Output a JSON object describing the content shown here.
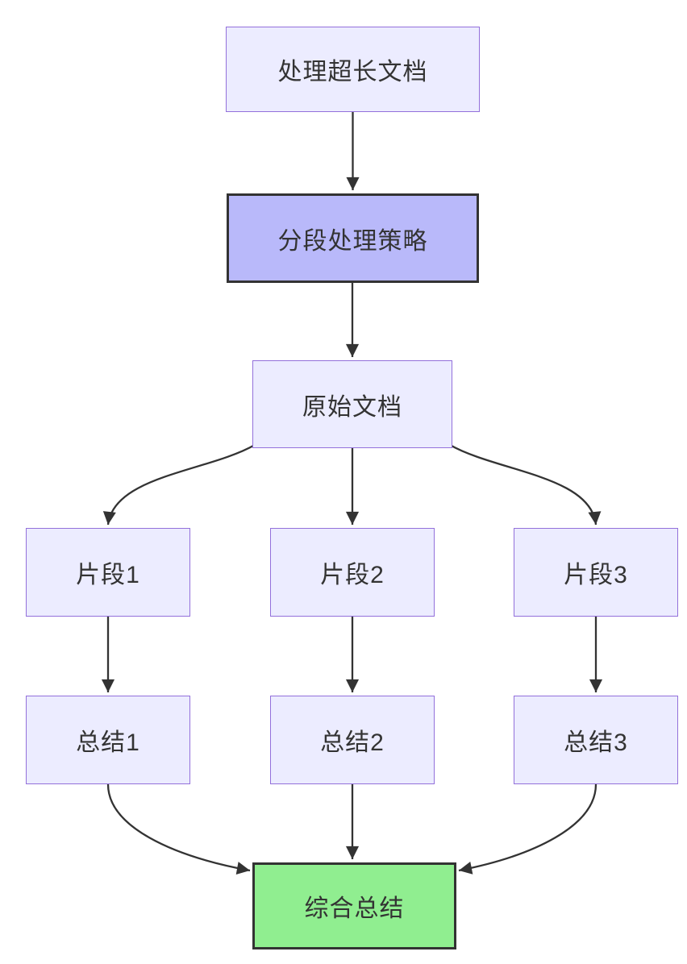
{
  "diagram": {
    "type": "flowchart",
    "direction": "top-down",
    "nodes": {
      "a": {
        "id": "a",
        "label": "处理超长文档",
        "style": "default"
      },
      "b": {
        "id": "b",
        "label": "分段处理策略",
        "style": "highlight"
      },
      "c": {
        "id": "c",
        "label": "原始文档",
        "style": "default"
      },
      "d": {
        "id": "d",
        "label": "片段1",
        "style": "default"
      },
      "e": {
        "id": "e",
        "label": "片段2",
        "style": "default"
      },
      "f": {
        "id": "f",
        "label": "片段3",
        "style": "default"
      },
      "g": {
        "id": "g",
        "label": "总结1",
        "style": "default"
      },
      "h": {
        "id": "h",
        "label": "总结2",
        "style": "default"
      },
      "i": {
        "id": "i",
        "label": "总结3",
        "style": "default"
      },
      "j": {
        "id": "j",
        "label": "综合总结",
        "style": "result"
      }
    },
    "edges": [
      {
        "from": "a",
        "to": "b"
      },
      {
        "from": "b",
        "to": "c"
      },
      {
        "from": "c",
        "to": "d"
      },
      {
        "from": "c",
        "to": "e"
      },
      {
        "from": "c",
        "to": "f"
      },
      {
        "from": "d",
        "to": "g"
      },
      {
        "from": "e",
        "to": "h"
      },
      {
        "from": "f",
        "to": "i"
      },
      {
        "from": "g",
        "to": "j"
      },
      {
        "from": "h",
        "to": "j"
      },
      {
        "from": "i",
        "to": "j"
      }
    ],
    "colors": {
      "background": "#ffffff",
      "node_fill": "#ECECFF",
      "node_border": "#9370DB",
      "highlight_fill": "#B9B9FA",
      "highlight_border": "#333333",
      "result_fill": "#90EE90",
      "result_border": "#333333",
      "edge": "#333333",
      "text": "#333333"
    }
  }
}
